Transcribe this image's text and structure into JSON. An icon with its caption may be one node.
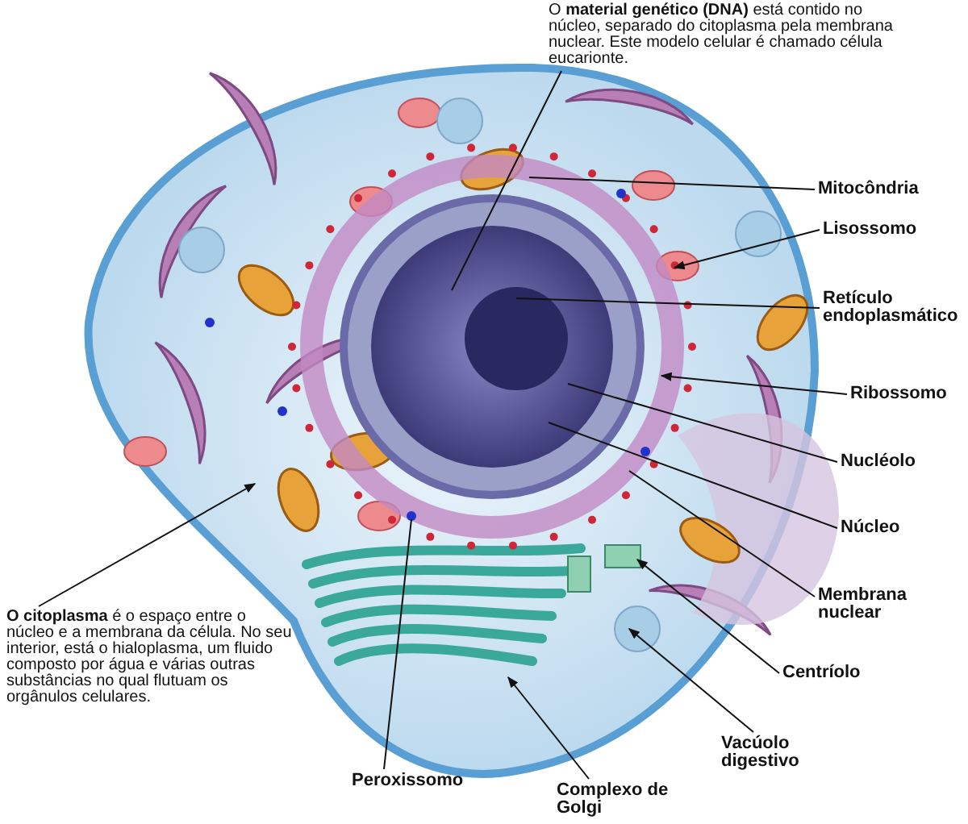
{
  "diagram": {
    "nodes": [
      {
        "text": [
          "O **material genético (DNA)** está contido no núcleo, separado do citoplasma pela membrana nuclear. Este modelo celular é chamado célula eucarionte."
        ]
      },
      {
        "text": [
          "Mitocôndria"
        ]
      },
      {
        "text": [
          "Lisossomo"
        ]
      },
      {
        "text": [
          "Retículo endoplasmático"
        ]
      },
      {
        "text": [
          "Ribossomo"
        ]
      },
      {
        "text": [
          "Nucléolo"
        ]
      },
      {
        "text": [
          "Núcleo"
        ]
      },
      {
        "text": [
          "Membrana nuclear"
        ]
      },
      {
        "text": [
          "Centríolo"
        ]
      },
      {
        "text": [
          "Vacúolo digestivo"
        ]
      },
      {
        "text": [
          "Complexo de Golgi"
        ]
      },
      {
        "text": [
          "Peroxissomo"
        ]
      },
      {
        "text": [
          "**O citoplasma** é o espaço entre o núcleo e a membrana da célula. No seu interior, está o hialoplasma, um fluido composto por água e várias outras substâncias no qual flutuam os orgânulos celulares."
        ]
      }
    ],
    "edges": [
      {
        "from": 0,
        "to": null,
        "arrow": "none"
      },
      {
        "from": 1,
        "to": null,
        "arrow": "none"
      },
      {
        "from": 2,
        "to": null,
        "arrow": "to"
      },
      {
        "from": 3,
        "to": null,
        "arrow": "none"
      },
      {
        "from": 4,
        "to": null,
        "arrow": "to"
      },
      {
        "from": 5,
        "to": null,
        "arrow": "none"
      },
      {
        "from": 6,
        "to": null,
        "arrow": "none"
      },
      {
        "from": 7,
        "to": null,
        "arrow": "none"
      },
      {
        "from": 8,
        "to": null,
        "arrow": "to"
      },
      {
        "from": 9,
        "to": null,
        "arrow": "to"
      },
      {
        "from": 10,
        "to": null,
        "arrow": "to"
      },
      {
        "from": 11,
        "to": null,
        "arrow": "none"
      },
      {
        "from": 12,
        "to": null,
        "arrow": "to"
      }
    ]
  }
}
